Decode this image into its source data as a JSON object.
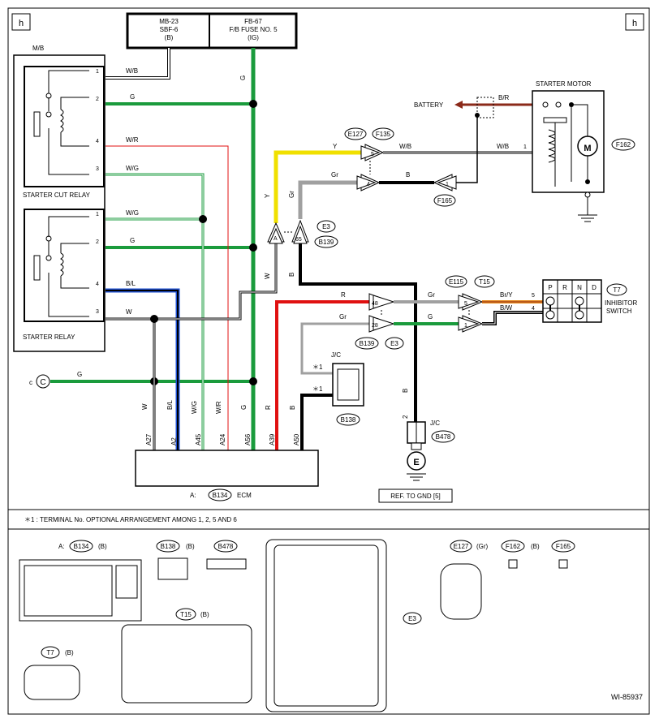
{
  "corner_marks": {
    "left": "h",
    "right": "h"
  },
  "fuse_box": {
    "left": {
      "line1": "MB-23",
      "line2": "SBF-6",
      "line3": "(B)"
    },
    "right": {
      "line1": "FB-67",
      "line2": "F/B FUSE NO. 5",
      "line3": "(IG)"
    }
  },
  "mb_label": "M/B",
  "starter_cut_relay": {
    "title": "STARTER CUT RELAY",
    "pins": [
      "1",
      "2",
      "4",
      "3"
    ],
    "wires": [
      "W/B",
      "G",
      "W/R",
      "W/G"
    ]
  },
  "starter_relay": {
    "title": "STARTER RELAY",
    "pins": [
      "1",
      "2",
      "4",
      "3"
    ],
    "wires": [
      "W/G",
      "G",
      "B/L",
      "W"
    ]
  },
  "wire_labels": {
    "g_vertical": "G",
    "y_to_e127": "Y",
    "y_vertical": "Y",
    "gr_to_e127": "Gr",
    "gr_vertical": "Gr",
    "w_vertical": "W",
    "wb_1": "W/B",
    "wb_2": "W/B",
    "b_to_f165": "B",
    "b_vertical": "B",
    "b_to_gnd": "B",
    "r_to_e115": "R",
    "gr_to_e115": "Gr",
    "gr_to_t15": "Gr",
    "g_to_t15": "G",
    "bry": "Br/Y",
    "bw": "B/W",
    "c_to_ecm": "G"
  },
  "starter_motor": {
    "title": "STARTER MOTOR",
    "battery": "BATTERY",
    "br": "B/R",
    "pin": "1",
    "ref": "F162",
    "motor_symbol": "M"
  },
  "connectors": {
    "e127": "E127",
    "f135": "F135",
    "f165": "F165",
    "e3": "E3",
    "b139": "B139",
    "e115": "E115",
    "t15": "T15",
    "t7": "T7",
    "b138": "B138",
    "b478": "B478",
    "e3b": "E3",
    "b139b": "B139"
  },
  "pin_numbers": {
    "e127_5": "5",
    "e127_4": "4",
    "f165_1": "1",
    "b139_a": "A",
    "b139_65": "65",
    "b139_48": "48",
    "b139_28": "28",
    "t15_5": "5",
    "t15_1": "1",
    "t7_5": "5",
    "t7_4": "4",
    "jc_2": "2"
  },
  "inhibitor": {
    "title_1": "INHIBITOR",
    "title_2": "SWITCH",
    "positions": [
      "P",
      "R",
      "N",
      "D"
    ]
  },
  "jc": {
    "label_1": "J/C",
    "label_2": "J/C",
    "star1": "＊1",
    "star2": "＊1"
  },
  "ground": {
    "symbol": "E",
    "ref": "REF. TO GND [5]"
  },
  "c_marker": "C",
  "ecm": {
    "pins": [
      "A27",
      "A2",
      "A45",
      "A24",
      "A56",
      "A39",
      "A50"
    ],
    "wires": [
      "W",
      "B/L",
      "W/G",
      "W/R",
      "G",
      "R",
      "B"
    ],
    "label_prefix": "A:",
    "label_conn": "B134",
    "label_suffix": "ECM"
  },
  "footnote": "＊1 : TERMINAL No. OPTIONAL ARRANGEMENT AMONG 1, 2, 5 AND 6",
  "connector_views": {
    "b134": {
      "prefix": "A:",
      "name": "B134",
      "color": "(B)"
    },
    "b138": {
      "name": "B138",
      "color": "(B)"
    },
    "b478": {
      "name": "B478"
    },
    "e127": {
      "name": "E127",
      "color": "(Gr)"
    },
    "f162": {
      "name": "F162",
      "color": "(B)"
    },
    "f165": {
      "name": "F165"
    },
    "t15": {
      "name": "T15",
      "color": "(B)"
    },
    "t7": {
      "name": "T7",
      "color": "(B)"
    },
    "e3": {
      "name": "E3"
    }
  },
  "doc_id": "WI-85937",
  "colors": {
    "green": "#1a9b3c",
    "yellow": "#f0e000",
    "red": "#e01010",
    "blue": "#1e4fd0",
    "gray": "#a0a0a0",
    "orange": "#e88a1a",
    "brown": "#8b2a1a"
  }
}
